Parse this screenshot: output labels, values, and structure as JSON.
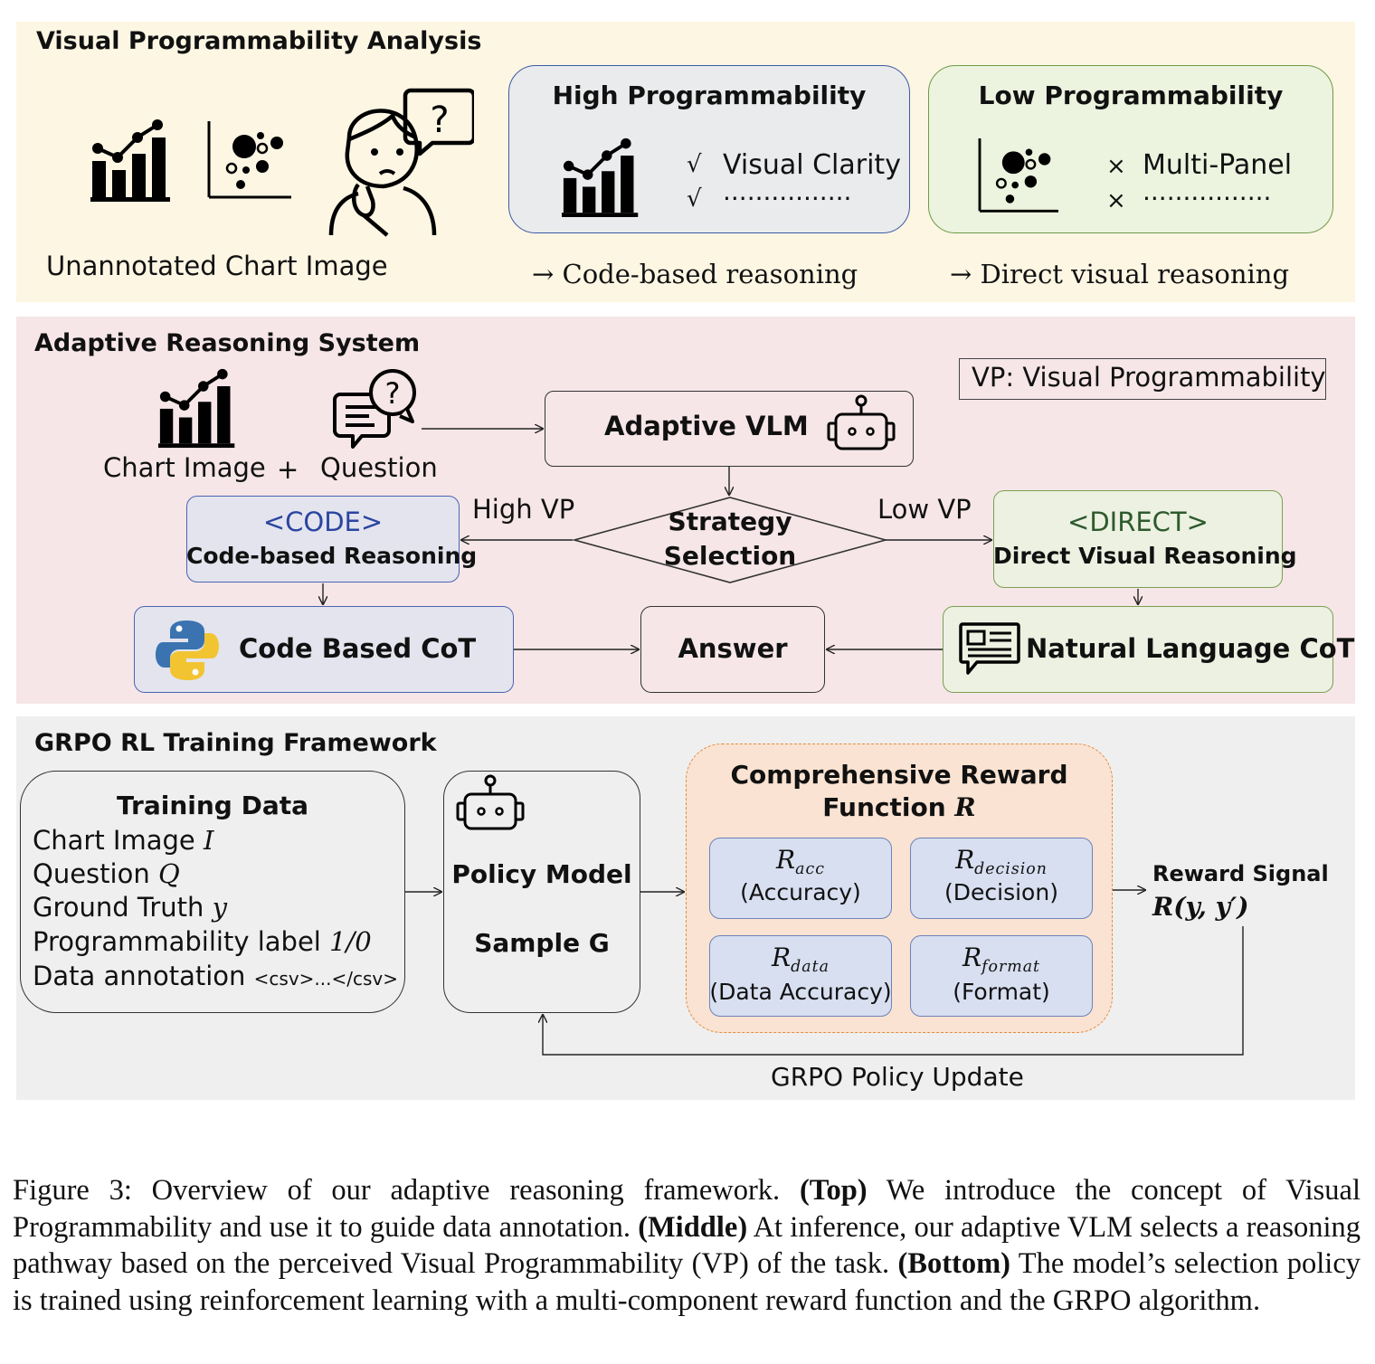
{
  "top": {
    "title": "Visual Programmability Analysis",
    "unannotated_label": "Unannotated Chart Image",
    "high": {
      "title": "High Programmability",
      "check1": "√",
      "item1": "Visual Clarity",
      "check2": "√",
      "item2": "................",
      "arrow_text": "→ Code-based reasoning"
    },
    "low": {
      "title": "Low Programmability",
      "cross1": "×",
      "item1": "Multi-Panel",
      "cross2": "×",
      "item2": "................",
      "arrow_text": "→ Direct visual reasoning"
    },
    "question_mark": "?"
  },
  "middle": {
    "title": "Adaptive Reasoning System",
    "legend": "VP: Visual Programmability",
    "chart_image_label": "Chart Image",
    "plus": "+",
    "question_label": "Question",
    "question_mark": "?",
    "vlm_label": "Adaptive VLM",
    "strategy_line1": "Strategy",
    "strategy_line2": "Selection",
    "high_vp": "High VP",
    "low_vp": "Low VP",
    "code_tag": "<CODE>",
    "code_label": "Code-based Reasoning",
    "direct_tag": "<DIRECT>",
    "direct_label": "Direct Visual Reasoning",
    "code_cot": "Code Based CoT",
    "answer": "Answer",
    "nl_cot": "Natural Language CoT"
  },
  "bottom": {
    "title": "GRPO RL Training Framework",
    "training": {
      "title": "Training Data",
      "l1_text": "Chart Image ",
      "l1_var": "I",
      "l2_text": "Question ",
      "l2_var": "Q",
      "l3_text": "Ground Truth ",
      "l3_var": "y",
      "l4_text": "Programmability label ",
      "l4_var": "1/0",
      "l5_text": "Data annotation ",
      "l5_small": "<csv>...</csv>"
    },
    "policy_line1": "Policy Model",
    "policy_line2": "Sample G",
    "reward": {
      "title_line1": "Comprehensive Reward",
      "title_line2": "Function ",
      "title_var": "R",
      "cells": [
        {
          "R": "R",
          "sub": "acc",
          "desc": "(Accuracy)"
        },
        {
          "R": "R",
          "sub": "decision",
          "desc": "(Decision)"
        },
        {
          "R": "R",
          "sub": "data",
          "desc": "(Data Accuracy)"
        },
        {
          "R": "R",
          "sub": "format",
          "desc": "(Format)"
        }
      ]
    },
    "signal_title": "Reward Signal",
    "signal_formula": "R(y, y′)",
    "update_label": "GRPO Policy Update"
  },
  "caption": {
    "p1": "Figure 3: Overview of our adaptive reasoning framework. ",
    "b1": "(Top)",
    "p2": " We introduce the concept of Visual Programmability and use it to guide data annotation. ",
    "b2": "(Middle)",
    "p3": " At inference, our adaptive VLM selects a reasoning pathway based on the perceived Visual Programmability (VP) of the task. ",
    "b3": "(Bottom)",
    "p4": " The model’s selection policy is trained using reinforcement learning with a multi-component reward function and the GRPO algorithm."
  },
  "colors": {
    "top_bg": "#fcf6e3",
    "middle_bg": "#f6e6e8",
    "bottom_bg": "#efefef",
    "high_box": "#e9ebec",
    "low_box": "#ecf3df",
    "code_box": "#e3e4ee",
    "direct_box": "#ecf1e1",
    "reward_box": "#fae3d2",
    "reward_cell": "#d7dff0",
    "code_tag": "#2b45a0",
    "direct_tag": "#2e5a2e"
  }
}
